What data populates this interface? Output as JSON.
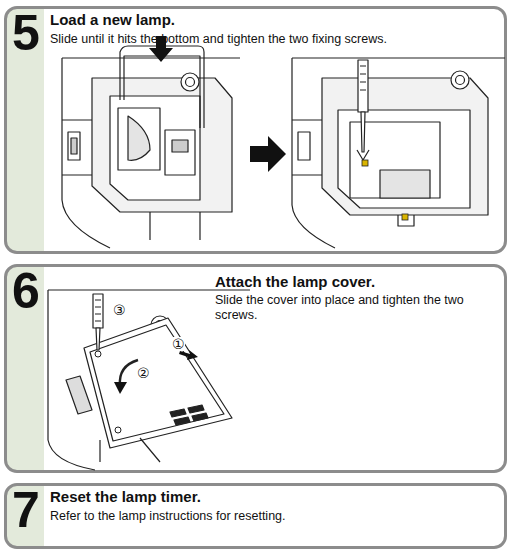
{
  "diagram": {
    "nodes": [
      {
        "text": [
          "5",
          "Load a new lamp.",
          "Slide until it hits the bottom and tighten the two fixing screws."
        ]
      },
      {
        "text": [
          "6",
          "Attach the lamp cover.",
          "Slide the cover into place and tighten the two screws."
        ]
      },
      {
        "text": [
          "7",
          "Reset the lamp timer.",
          "Refer to the lamp instructions for resetting."
        ]
      }
    ],
    "labels": [
      "③",
      "②",
      "①"
    ]
  }
}
